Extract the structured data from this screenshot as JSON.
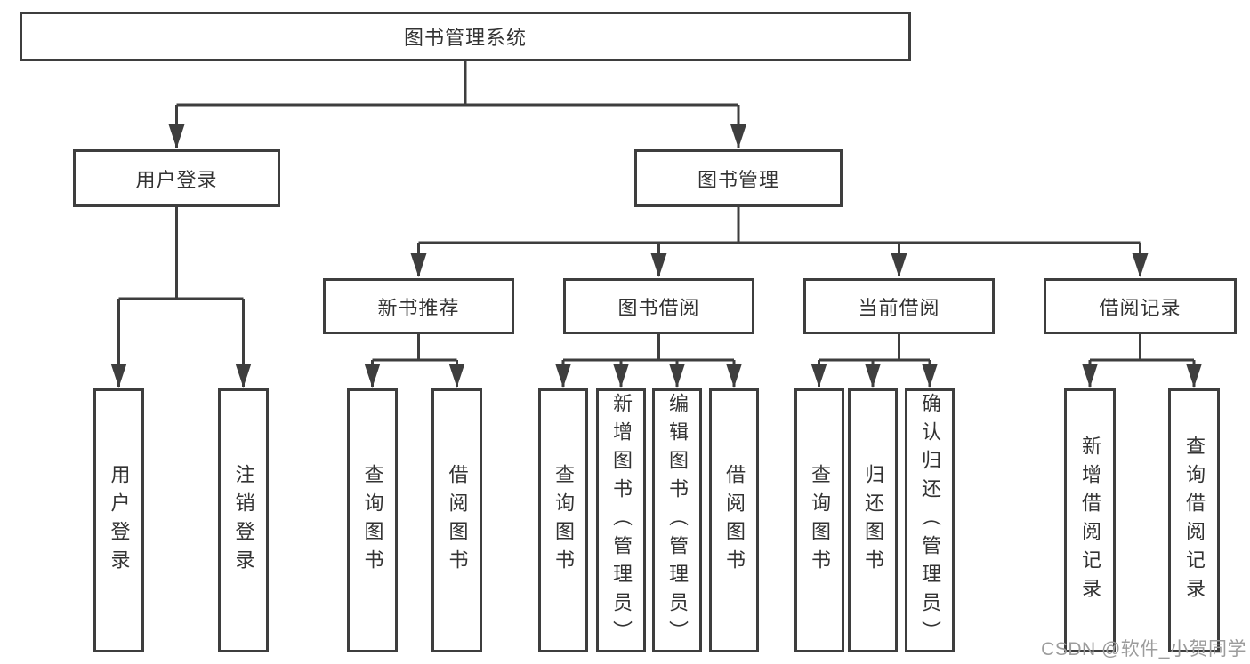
{
  "diagram": {
    "type": "hierarchy-tree",
    "tree": {
      "label": "图书管理系统",
      "children": [
        {
          "label": "用户登录",
          "children": [
            {
              "label": "用户登录"
            },
            {
              "label": "注销登录"
            }
          ]
        },
        {
          "label": "图书管理",
          "children": [
            {
              "label": "新书推荐",
              "children": [
                {
                  "label": "查询图书"
                },
                {
                  "label": "借阅图书"
                }
              ]
            },
            {
              "label": "图书借阅",
              "children": [
                {
                  "label": "查询图书"
                },
                {
                  "label": "新增图书（管理员）"
                },
                {
                  "label": "编辑图书（管理员）"
                },
                {
                  "label": "借阅图书"
                }
              ]
            },
            {
              "label": "当前借阅",
              "children": [
                {
                  "label": "查询图书"
                },
                {
                  "label": "归还图书"
                },
                {
                  "label": "确认归还（管理员）"
                }
              ]
            },
            {
              "label": "借阅记录",
              "children": [
                {
                  "label": "新增借阅记录"
                },
                {
                  "label": "查询借阅记录"
                }
              ]
            }
          ]
        }
      ]
    }
  },
  "watermark": {
    "text": "CSDN @软件_小贺同学"
  },
  "colors": {
    "line": "#3e3e3e",
    "box_border": "#3e3e3e",
    "label_text": "#333333",
    "watermark": "#9c9c9c",
    "background": "#ffffff"
  }
}
